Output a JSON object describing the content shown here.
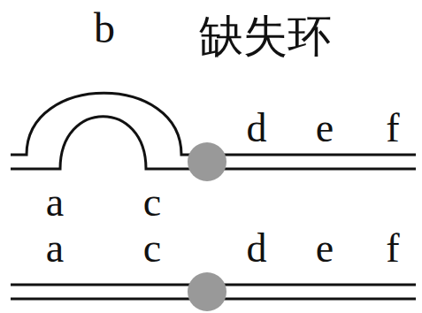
{
  "diagram": {
    "labels": [
      "b",
      "缺失环",
      "d",
      "e",
      "f",
      "a",
      "c",
      "a",
      "c",
      "d",
      "e",
      "f"
    ]
  }
}
